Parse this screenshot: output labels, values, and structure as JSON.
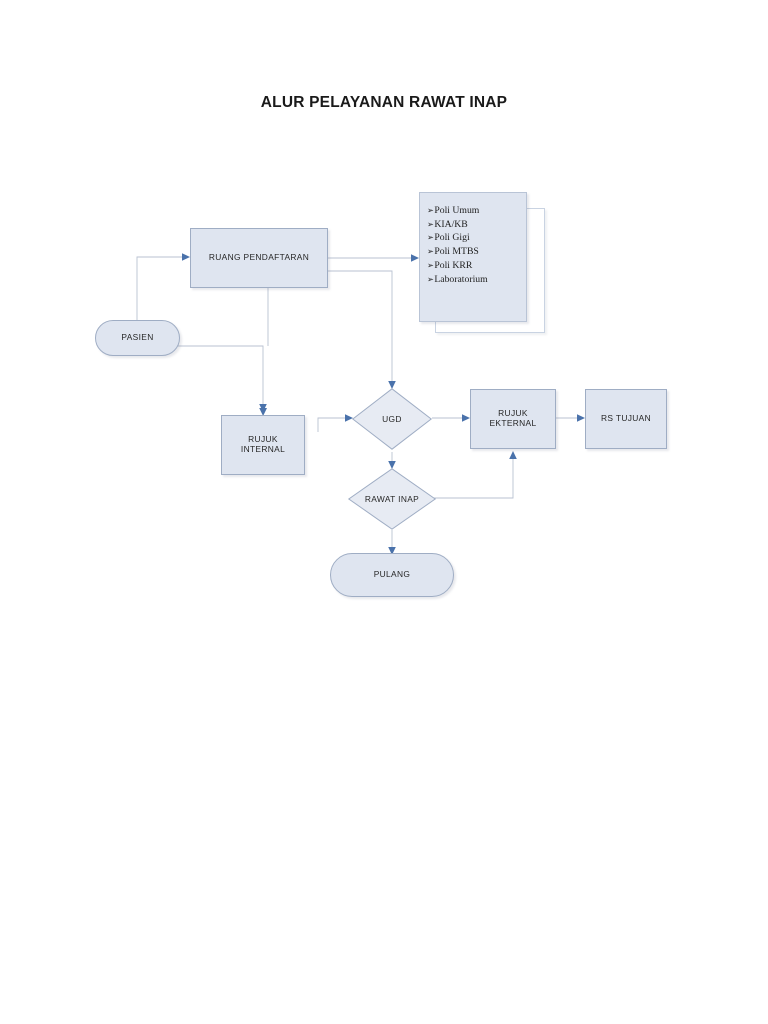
{
  "document": {
    "title": "ALUR PELAYANAN RAWAT INAP"
  },
  "flowchart": {
    "type": "flowchart",
    "nodes": [
      {
        "id": "pasien",
        "label": "PASIEN",
        "shape": "pill"
      },
      {
        "id": "ruang-pendaftaran",
        "label": "RUANG PENDAFTARAN",
        "shape": "rect"
      },
      {
        "id": "poliklinik",
        "label": "",
        "shape": "list"
      },
      {
        "id": "rujuk-internal",
        "label": "RUJUK\nINTERNAL",
        "shape": "rect"
      },
      {
        "id": "ugd",
        "label": "UGD",
        "shape": "diamond"
      },
      {
        "id": "rawat-inap",
        "label": "RAWAT INAP",
        "shape": "diamond"
      },
      {
        "id": "rujuk-ekternal",
        "label": "RUJUK\nEKTERNAL",
        "shape": "rect"
      },
      {
        "id": "rs-tujuan",
        "label": "RS TUJUAN",
        "shape": "rect"
      },
      {
        "id": "pulang",
        "label": "PULANG",
        "shape": "pill"
      }
    ],
    "services": {
      "bullet": "➢",
      "items": [
        "Poli Umum",
        "KIA/KB",
        "Poli Gigi",
        "Poli MTBS",
        "Poli KRR",
        "Laboratorium"
      ]
    },
    "edges": [
      {
        "from": "pasien",
        "to": "ruang-pendaftaran"
      },
      {
        "from": "ruang-pendaftaran",
        "to": "poliklinik"
      },
      {
        "from": "pasien",
        "to": "rujuk-internal"
      },
      {
        "from": "pasien",
        "to": "ugd"
      },
      {
        "from": "ugd",
        "to": "rujuk-ekternal"
      },
      {
        "from": "ugd",
        "to": "rawat-inap"
      },
      {
        "from": "rawat-inap",
        "to": "pulang"
      },
      {
        "from": "rawat-inap",
        "to": "rujuk-ekternal"
      },
      {
        "from": "rujuk-ekternal",
        "to": "rs-tujuan"
      }
    ],
    "colors": {
      "node_fill": "#dfe5f0",
      "node_border": "#9fadc4",
      "connector": "#b9c2d2",
      "arrowhead": "#4a72ab",
      "text": "#262626",
      "title_text": "#1a1a1a",
      "page_background": "#ffffff"
    }
  }
}
